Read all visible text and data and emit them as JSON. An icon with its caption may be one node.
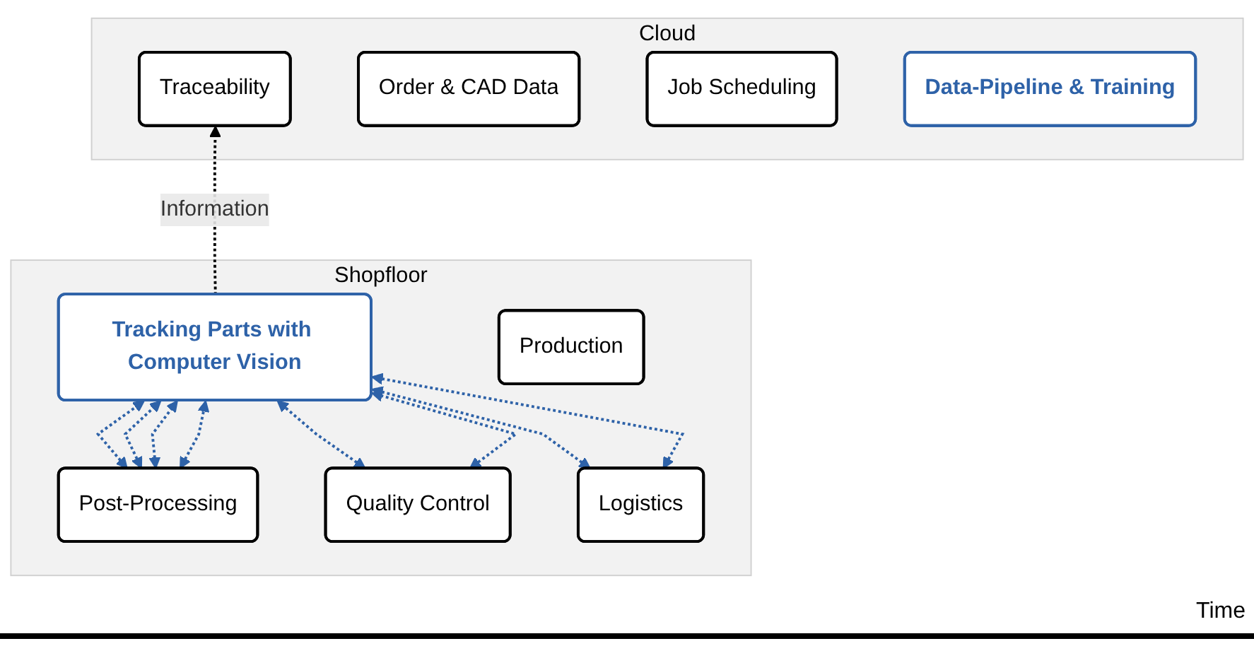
{
  "diagram": {
    "nodes": [
      {
        "text": [
          "Cloud"
        ]
      },
      {
        "text": [
          "Traceability"
        ],
        "in": 0
      },
      {
        "text": [
          "Order & CAD Data"
        ],
        "in": 0
      },
      {
        "text": [
          "Job Scheduling"
        ],
        "in": 0
      },
      {
        "text": [
          "Data-Pipeline & Training"
        ],
        "in": 0
      },
      {
        "text": [
          "Shopfloor"
        ]
      },
      {
        "text": [
          "Tracking Parts with Computer Vision"
        ],
        "in": 5
      },
      {
        "text": [
          "Production"
        ],
        "in": 5
      },
      {
        "text": [
          "Post-Processing"
        ],
        "in": 5
      },
      {
        "text": [
          "Quality Control"
        ],
        "in": 5
      },
      {
        "text": [
          "Logistics"
        ],
        "in": 5
      }
    ],
    "edges": [
      {
        "from": 6,
        "to": 1,
        "arrow": "to",
        "label": "Information",
        "style": "dashed",
        "color": "#000000"
      },
      {
        "from": 8,
        "to": 6,
        "arrow": "both",
        "style": "dashed",
        "color": "#2e62a8"
      },
      {
        "from": 8,
        "to": 6,
        "arrow": "both",
        "style": "dashed",
        "color": "#2e62a8"
      },
      {
        "from": 8,
        "to": 6,
        "arrow": "both",
        "style": "dashed",
        "color": "#2e62a8"
      },
      {
        "from": 8,
        "to": 6,
        "arrow": "both",
        "style": "dashed",
        "color": "#2e62a8"
      },
      {
        "from": 9,
        "to": 6,
        "arrow": "both",
        "style": "dashed",
        "color": "#2e62a8"
      },
      {
        "from": 9,
        "to": 6,
        "arrow": "both",
        "style": "dashed",
        "color": "#2e62a8"
      },
      {
        "from": 10,
        "to": 6,
        "arrow": "both",
        "style": "dashed",
        "color": "#2e62a8"
      },
      {
        "from": 10,
        "to": 6,
        "arrow": "both",
        "style": "dashed",
        "color": "#2e62a8"
      }
    ],
    "labels": [
      "Time"
    ]
  }
}
